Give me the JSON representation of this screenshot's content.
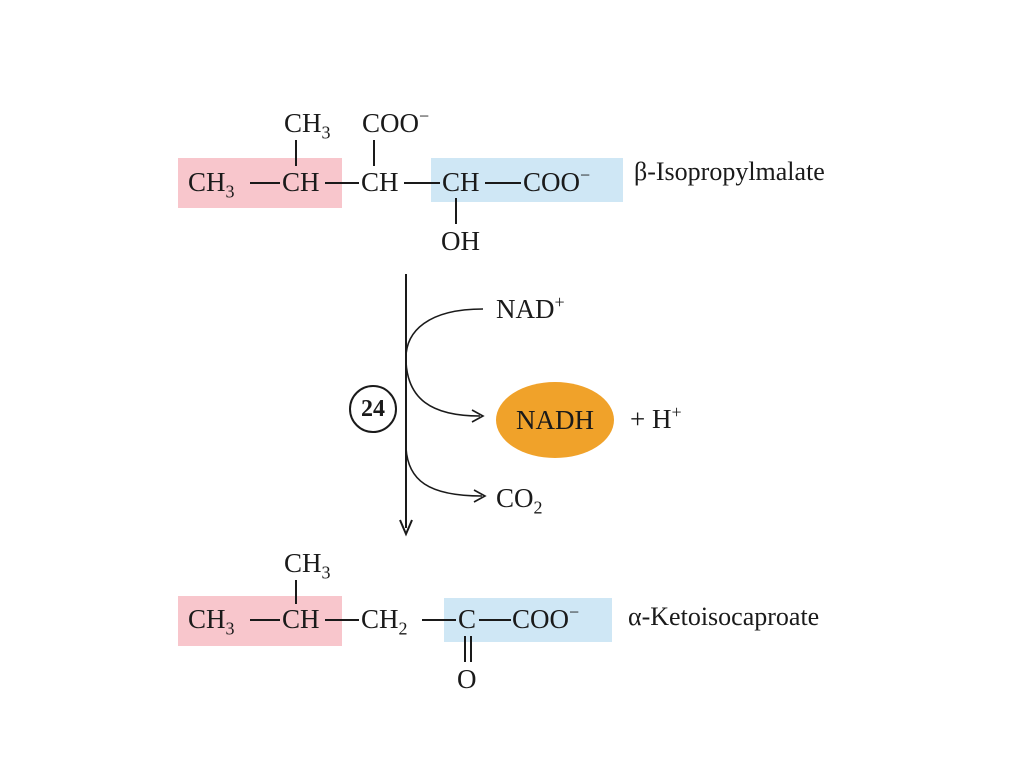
{
  "reactant": {
    "name": "β-Isopropylmalate",
    "groups": {
      "ch3_top": "CH",
      "ch3_top_sub": "3",
      "coo_top": "COO",
      "coo_top_sup": "−",
      "ch3_left": "CH",
      "ch3_left_sub": "3",
      "ch_a": "CH",
      "ch_b": "CH",
      "ch_c": "CH",
      "coo_right": "COO",
      "coo_right_sup": "−",
      "oh": "OH"
    }
  },
  "reaction": {
    "step_number": "24",
    "cofactor_in": {
      "text": "NAD",
      "sup": "+"
    },
    "cofactor_out": {
      "text": "NADH"
    },
    "proton": {
      "text": "+ H",
      "sup": "+"
    },
    "byproduct": {
      "text": "CO",
      "sub": "2"
    }
  },
  "product": {
    "name": "α-Ketoisocaproate",
    "groups": {
      "ch3_top": "CH",
      "ch3_top_sub": "3",
      "ch3_left": "CH",
      "ch3_left_sub": "3",
      "ch": "CH",
      "ch2": "CH",
      "ch2_sub": "2",
      "c": "C",
      "coo": "COO",
      "coo_sup": "−",
      "o": "O"
    }
  },
  "colors": {
    "pink_highlight": "#f8c6cc",
    "blue_highlight": "#cfe7f5",
    "nadh_oval": "#f0a22a",
    "ink": "#1a1a1a"
  }
}
